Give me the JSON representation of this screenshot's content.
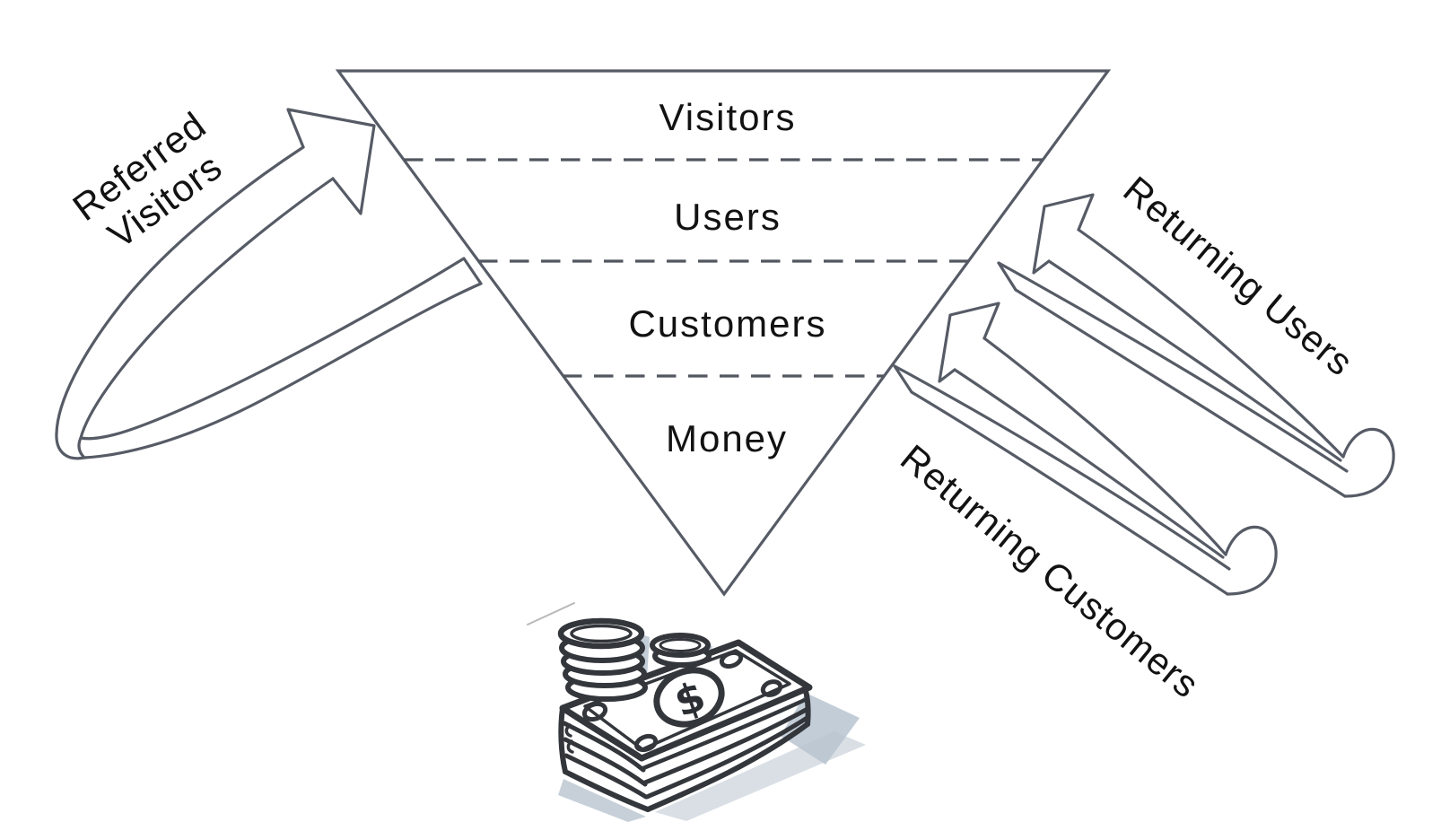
{
  "diagram": {
    "funnel": {
      "stages": [
        {
          "label": "Visitors"
        },
        {
          "label": "Users"
        },
        {
          "label": "Customers"
        },
        {
          "label": "Money"
        }
      ]
    },
    "loops": {
      "referred_visitors": {
        "label": "Referred Visitors"
      },
      "returning_users": {
        "label": "Returning Users"
      },
      "returning_customers": {
        "label": "Returning Customers"
      }
    },
    "icons": {
      "money_stack": "money-stack-icon",
      "dollar_glyph": "$"
    },
    "colors": {
      "line": "#565b66",
      "divider": "#51565f",
      "text": "#121212",
      "ink": "#33363b",
      "shade": "#b9c4d0",
      "background": "#ffffff"
    }
  }
}
